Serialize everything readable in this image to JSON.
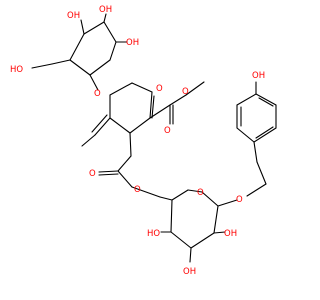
{
  "molecule": {
    "element_colors": {
      "O": "#ff0000",
      "C": "#000000",
      "H": "#ff0000"
    },
    "labels": {
      "hydroxyl": "OH",
      "hydroxyl_left": "HO",
      "oxygen": "O"
    }
  }
}
